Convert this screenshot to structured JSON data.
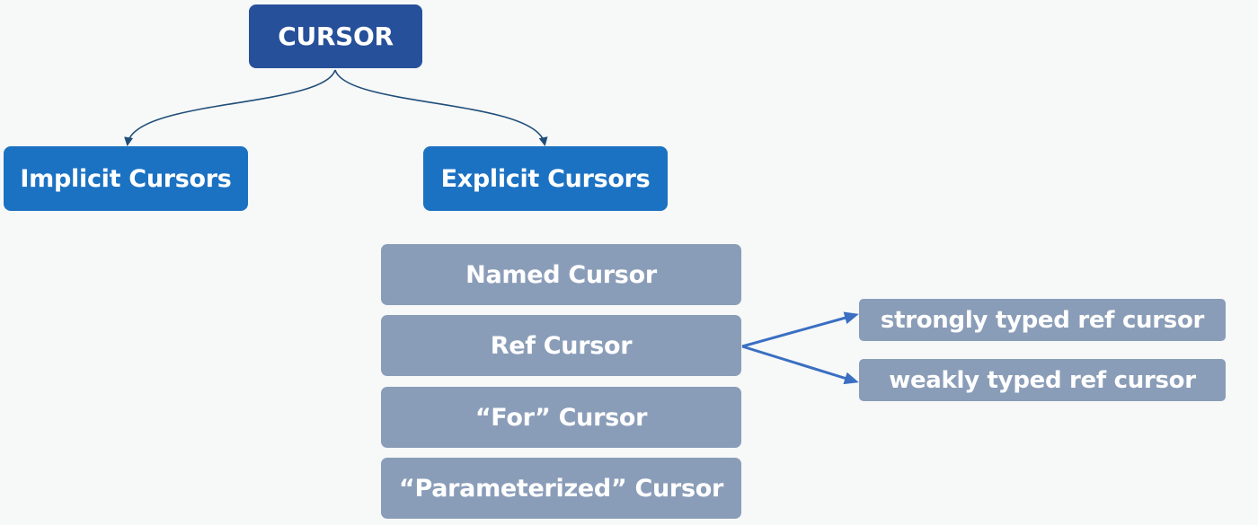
{
  "root": {
    "label": "CURSOR"
  },
  "categories": [
    {
      "label": "Implicit Cursors"
    },
    {
      "label": "Explicit Cursors"
    }
  ],
  "explicit_types": [
    {
      "label": "Named Cursor"
    },
    {
      "label": "Ref Cursor"
    },
    {
      "label": "“For” Cursor"
    },
    {
      "label": "“Parameterized” Cursor"
    }
  ],
  "ref_cursor_types": [
    {
      "label": "strongly typed ref cursor"
    },
    {
      "label": "weakly typed ref cursor"
    }
  ],
  "colors": {
    "root": "#27509a",
    "category": "#1c72c2",
    "subtype": "#8a9db8",
    "tree_connector": "#1f4e79",
    "ref_arrow": "#3a6fc2",
    "background": "#f7f8f8"
  }
}
